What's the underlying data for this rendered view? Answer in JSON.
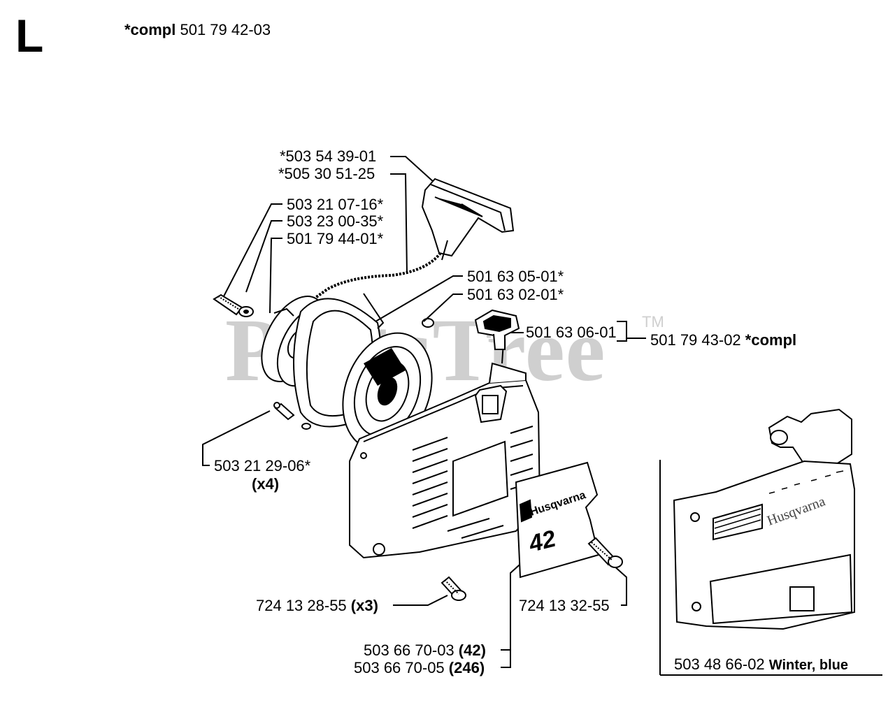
{
  "section": {
    "letter": "L"
  },
  "header": {
    "compl_label": "*compl",
    "compl_part": "501 79 42-03"
  },
  "watermark": {
    "text": "PartsTree",
    "tm": "TM"
  },
  "labels": {
    "p1": "*503 54 39-01",
    "p2": "*505 30 51-25",
    "p3": "503 21 07-16*",
    "p4": "503 23 00-35*",
    "p5": "501 79 44-01*",
    "p6": "501 63 05-01*",
    "p7": "501 63 02-01*",
    "p8": "501 63 06-01",
    "p9_part": "501 79 43-02",
    "p9_note": "*compl",
    "p10_part": "503 21 29-06*",
    "p10_qty": "(x4)",
    "p11_part": "724 13 28-55",
    "p11_qty": "(x3)",
    "p12": "724 13 32-55",
    "p13_part": "503 66 70-03",
    "p13_note": "(42)",
    "p14_part": "503 66 70-05",
    "p14_note": "(246)"
  },
  "decal": {
    "brand": "Husqvarna",
    "model": "42"
  },
  "inset": {
    "part": "503 48 66-02",
    "note": "Winter, blue",
    "brand": "Husqvarna"
  }
}
